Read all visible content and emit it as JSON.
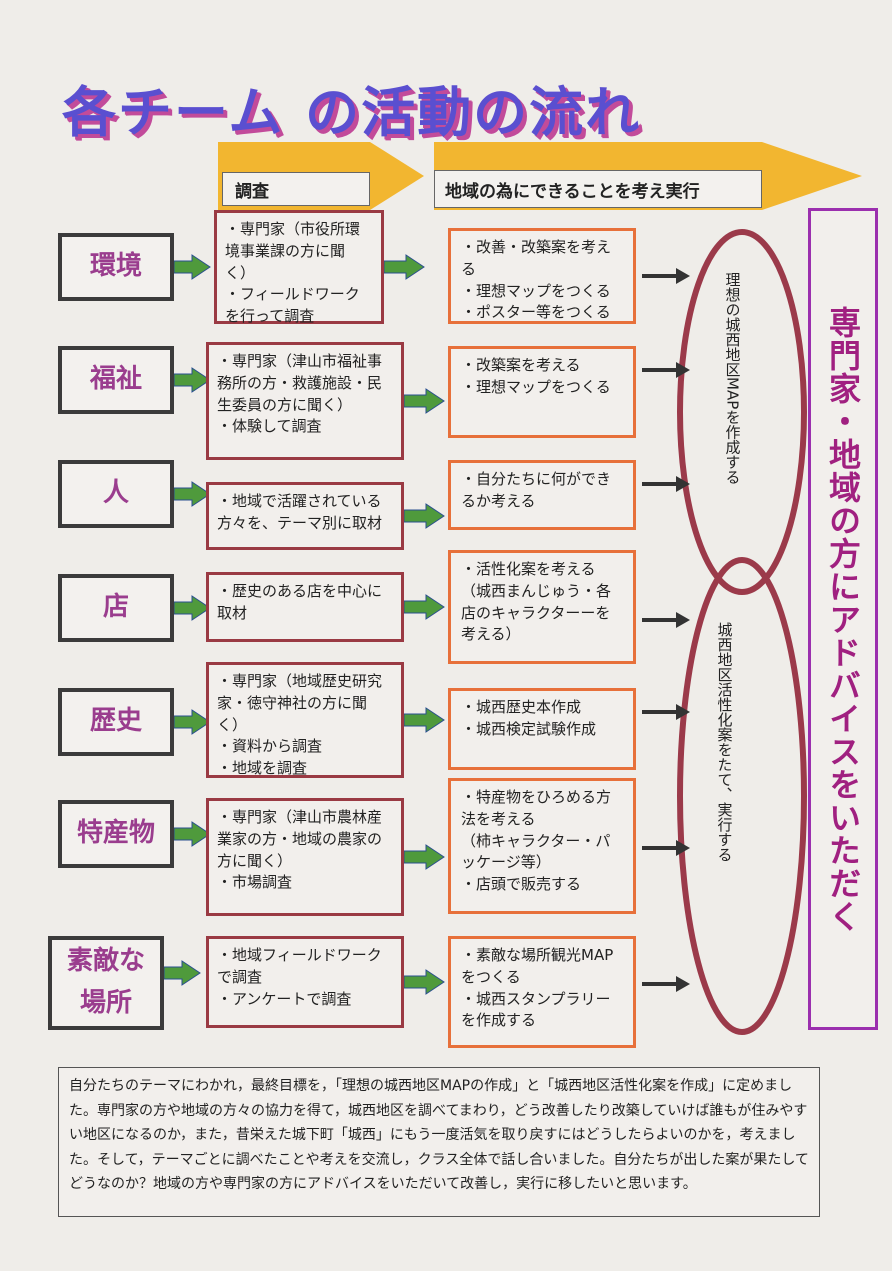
{
  "title": "各チーム の活動の流れ",
  "phases": {
    "phase1": "調査",
    "phase2": "地域の為にできることを考え実行"
  },
  "teams": [
    {
      "name": "環境",
      "research": "・専門家（市役所環境事業課の方に聞く）\n・フィールドワークを行って調査",
      "action": "・改善・改築案を考える\n・理想マップをつくる\n・ポスター等をつくる"
    },
    {
      "name": "福祉",
      "research": "・専門家（津山市福祉事務所の方・救護施設・民生委員の方に聞く）\n・体験して調査",
      "action": "・改築案を考える\n・理想マップをつくる"
    },
    {
      "name": "人",
      "research": "・地域で活躍されている方々を、テーマ別に取材",
      "action": "・自分たちに何ができるか考える"
    },
    {
      "name": "店",
      "research": "・歴史のある店を中心に取材",
      "action": "・活性化案を考える\n（城西まんじゅう・各店のキャラクターーを考える）"
    },
    {
      "name": "歴史",
      "research": "・専門家（地域歴史研究家・徳守神社の方に聞く）\n・資料から調査\n・地域を調査",
      "action": "・城西歴史本作成\n・城西検定試験作成"
    },
    {
      "name": "特産物",
      "research": "・専門家（津山市農林産業家の方・地域の農家の方に聞く）\n・市場調査",
      "action": "・特産物をひろめる方法を考える\n（柿キャラクター・パッケージ等）\n・店頭で販売する"
    },
    {
      "name": "素敵な場所",
      "research": "・地域フィールドワークで調査\n・アンケートで調査",
      "action": "・素敵な場所観光MAPをつくる\n・城西スタンプラリーを作成する"
    }
  ],
  "goals": {
    "goal1": "理想の城西地区MAPを作成する",
    "goal2": "城西地区活性化案をたて、実行する"
  },
  "advice": "専門家・地域の方にアドバイスをいただく",
  "summary": "自分たちのテーマにわかれ，最終目標を，「理想の城西地区MAPの作成」と「城西地区活性化案を作成」に定めました。専門家の方や地域の方々の協力を得て，城西地区を調べてまわり，どう改善したり改築していけば誰もが住みやすい地区になるのか，また，昔栄えた城下町「城西」にもう一度活気を取り戻すにはどうしたらよいのかを，考えました。そして，テーマごとに調べたことや考えを交流し，クラス全体で話し合いました。自分たちが出した案が果たしてどうなのか？地域の方や専門家の方にアドバイスをいただいて改善し，実行に移したいと思います。",
  "colors": {
    "title": "#5a4fd0",
    "team_text": "#9a3d8e",
    "research_border": "#9a3a43",
    "action_border": "#e7703a",
    "arrow_green": "#4f9a3c",
    "banner": "#f2b630",
    "oval": "#9b3a4a",
    "advice": "#a02080"
  }
}
